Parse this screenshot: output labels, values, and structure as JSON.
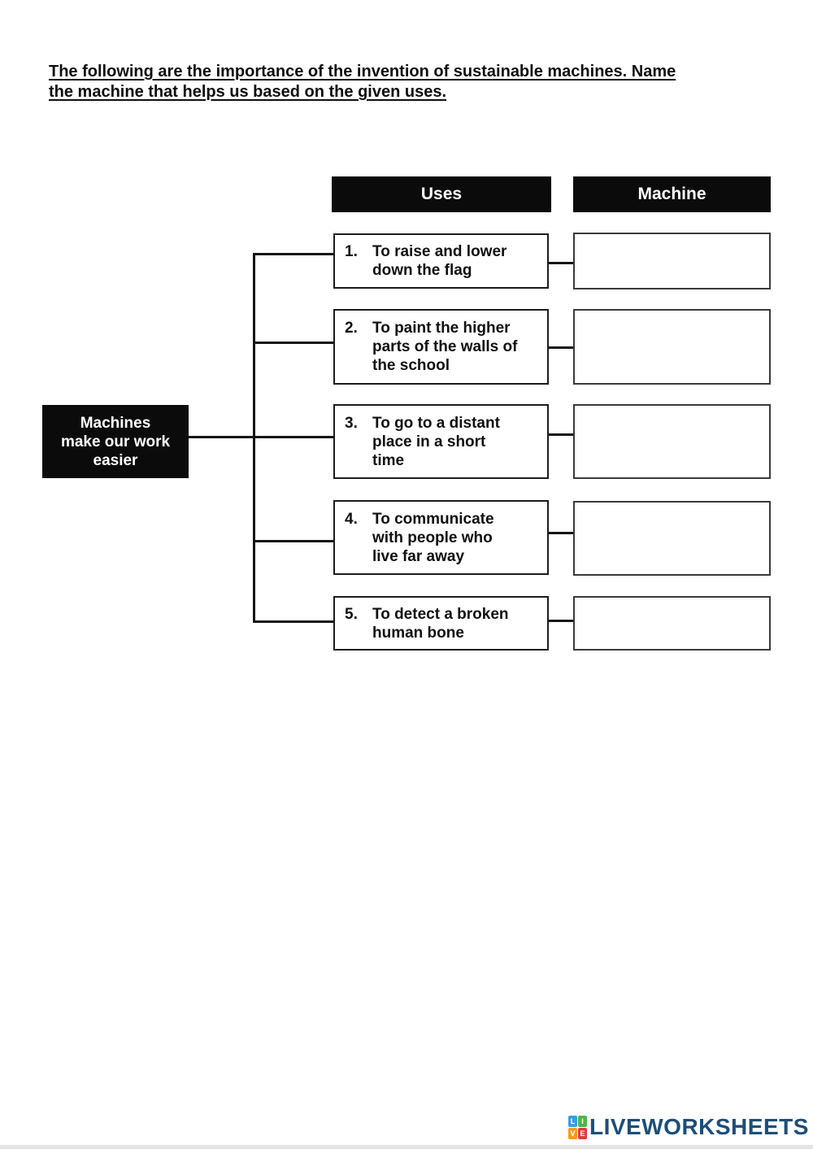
{
  "title": {
    "lines": [
      "The following are the importance of the invention of sustainable machines. Name",
      "the machine that helps us based on the given uses."
    ]
  },
  "diagram": {
    "headers": {
      "uses": "Uses",
      "machine": "Machine"
    },
    "root": {
      "text": "Machines make our work easier",
      "lines": [
        "Machines",
        "make our work",
        "easier"
      ]
    },
    "rows": [
      {
        "number": "1.",
        "use": "To raise and lower down the flag",
        "lines": [
          "To raise and lower",
          "down the flag"
        ],
        "answer": ""
      },
      {
        "number": "2.",
        "use": "To paint the higher parts of the walls of the school",
        "lines": [
          "To paint the higher",
          "parts of the walls of",
          "the school"
        ],
        "answer": ""
      },
      {
        "number": "3.",
        "use": "To go to a distant place in a short time",
        "lines": [
          "To go to a distant",
          "place in a short",
          "time"
        ],
        "answer": ""
      },
      {
        "number": "4.",
        "use": "To communicate with people who live far away",
        "lines": [
          "To communicate",
          "with people who",
          "live far away"
        ],
        "answer": ""
      },
      {
        "number": "5.",
        "use": "To detect a broken human bone",
        "lines": [
          "To detect a broken",
          "human bone"
        ],
        "answer": ""
      }
    ]
  },
  "footer": {
    "brand": "LIVEWORKSHEETS",
    "icon": {
      "letters": [
        "L",
        "I",
        "V",
        "E"
      ]
    }
  },
  "colors": {
    "box_black": "#0b0b0b",
    "line_black": "#161616",
    "brand_navy": "#1d4e79",
    "icon_blue": "#33a0dc",
    "icon_green": "#4db748",
    "icon_orange": "#f59b1e",
    "icon_red": "#e23a3e"
  }
}
